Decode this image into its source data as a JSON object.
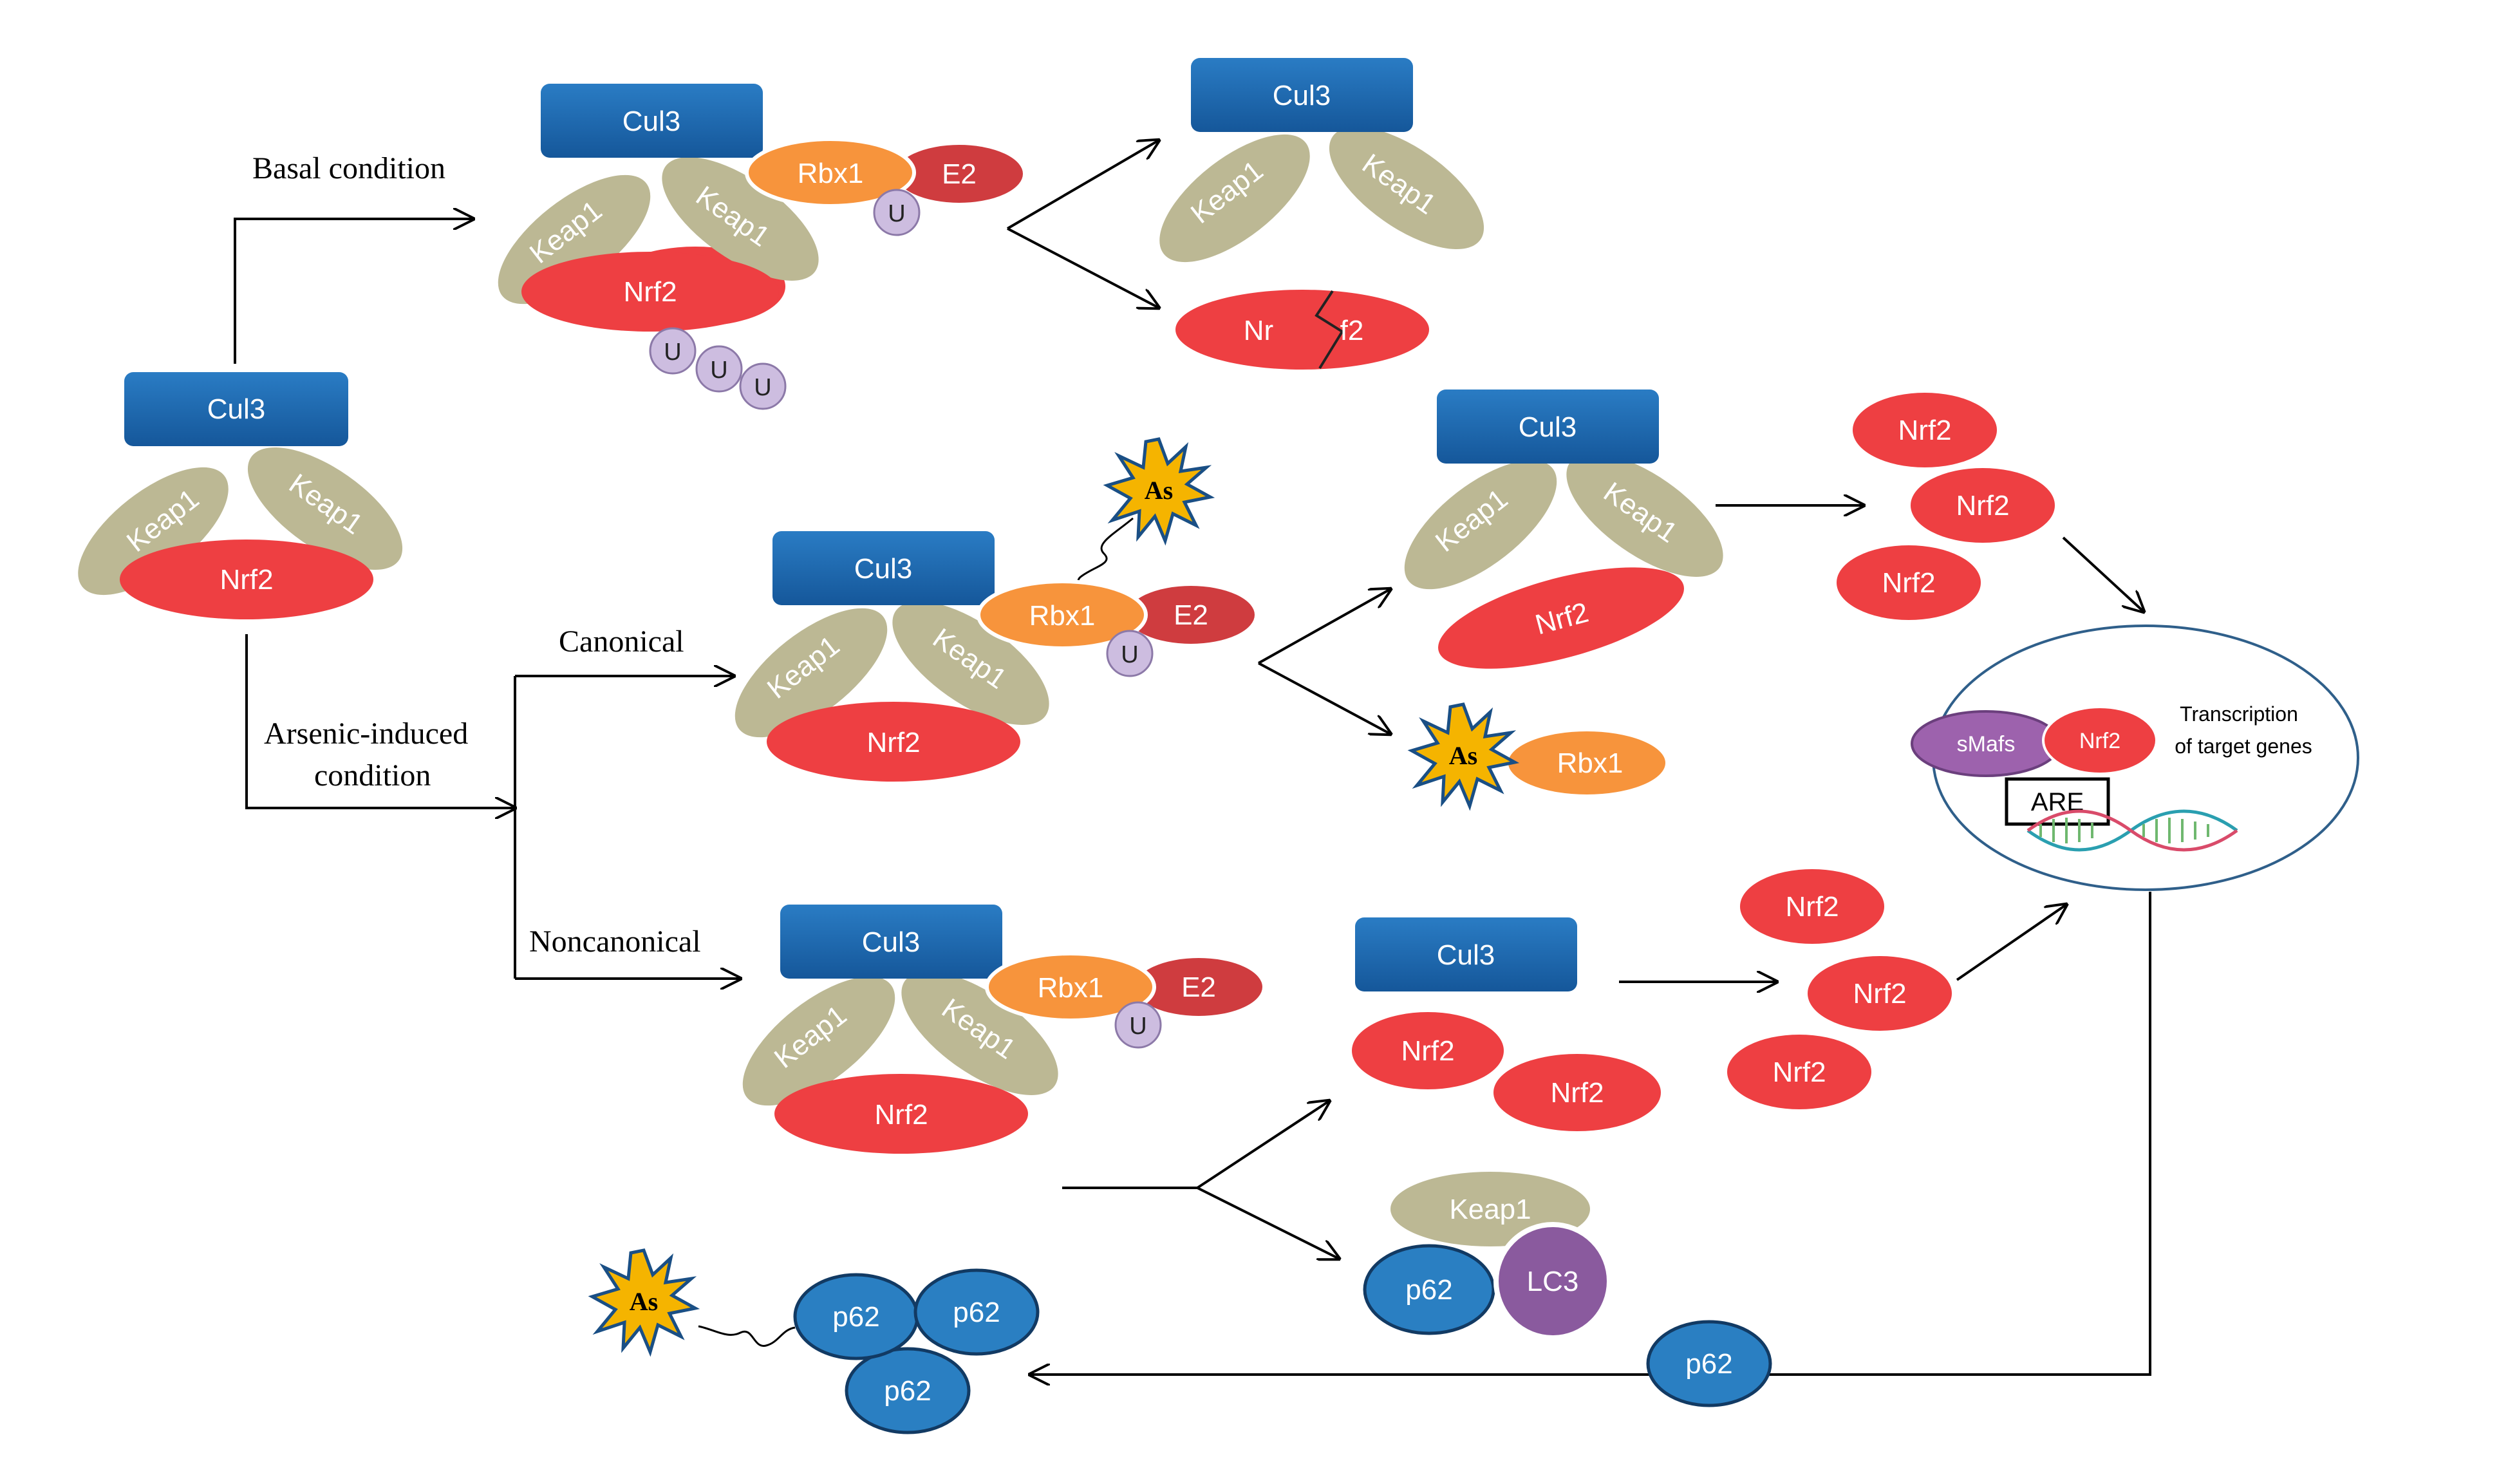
{
  "labels": {
    "basal": "Basal condition",
    "arsenic_line1": "Arsenic-induced",
    "arsenic_line2": "condition",
    "canonical": "Canonical",
    "noncanonical": "Noncanonical"
  },
  "proteins": {
    "cul3": "Cul3",
    "keap1": "Keap1",
    "nrf2": "Nrf2",
    "nrf2_fragment_a": "Nr",
    "nrf2_fragment_b": "f2",
    "rbx1": "Rbx1",
    "e2": "E2",
    "ubiquitin": "U",
    "p62": "p62",
    "lc3": "LC3",
    "smafs": "sMafs",
    "arsenic": "As"
  },
  "nucleus": {
    "are": "ARE",
    "transcription_line1": "Transcription",
    "transcription_line2": "of target genes"
  },
  "colors": {
    "cul3": "#1f68ad",
    "keap1": "#bcb894",
    "nrf2": "#ee3f42",
    "rbx1": "#f7943c",
    "e2": "#cf3c3f",
    "ubiquitin": "#cdbde0",
    "p62": "#2a7fc2",
    "lc3": "#8a5a9e",
    "smafs": "#9d62ad",
    "arsenic": "#f5b400"
  }
}
